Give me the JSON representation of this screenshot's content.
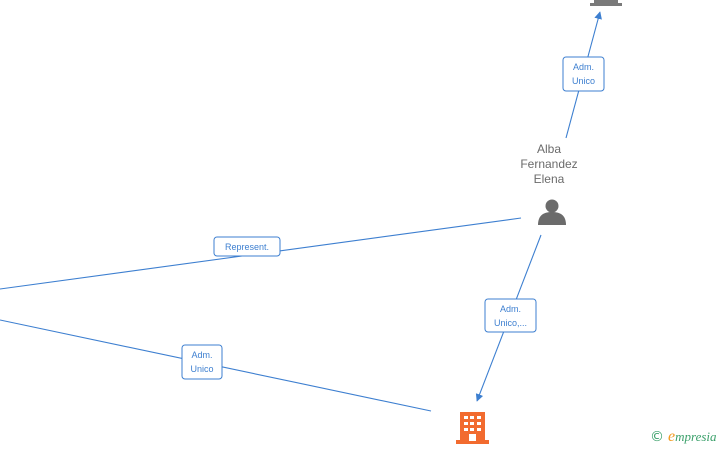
{
  "person": {
    "label_lines": [
      "Alba",
      "Fernandez",
      "Elena"
    ],
    "icon": "person-icon",
    "color": "#6b6b6b"
  },
  "company_bottom": {
    "icon": "building-icon",
    "color": "#f26b2f"
  },
  "company_top": {
    "icon": "building-icon",
    "color": "#7a7a7a"
  },
  "edges": {
    "top": {
      "label_lines": [
        "Adm.",
        "Unico"
      ]
    },
    "represent": {
      "label_lines": [
        "Represent."
      ]
    },
    "down": {
      "label_lines": [
        "Adm.",
        "Unico,..."
      ]
    },
    "left_bottom": {
      "label_lines": [
        "Adm.",
        "Unico"
      ]
    }
  },
  "edge_color": "#3d7fd0",
  "watermark": {
    "copyright": "©",
    "brand_initial": "e",
    "brand_rest": "mpresia"
  }
}
